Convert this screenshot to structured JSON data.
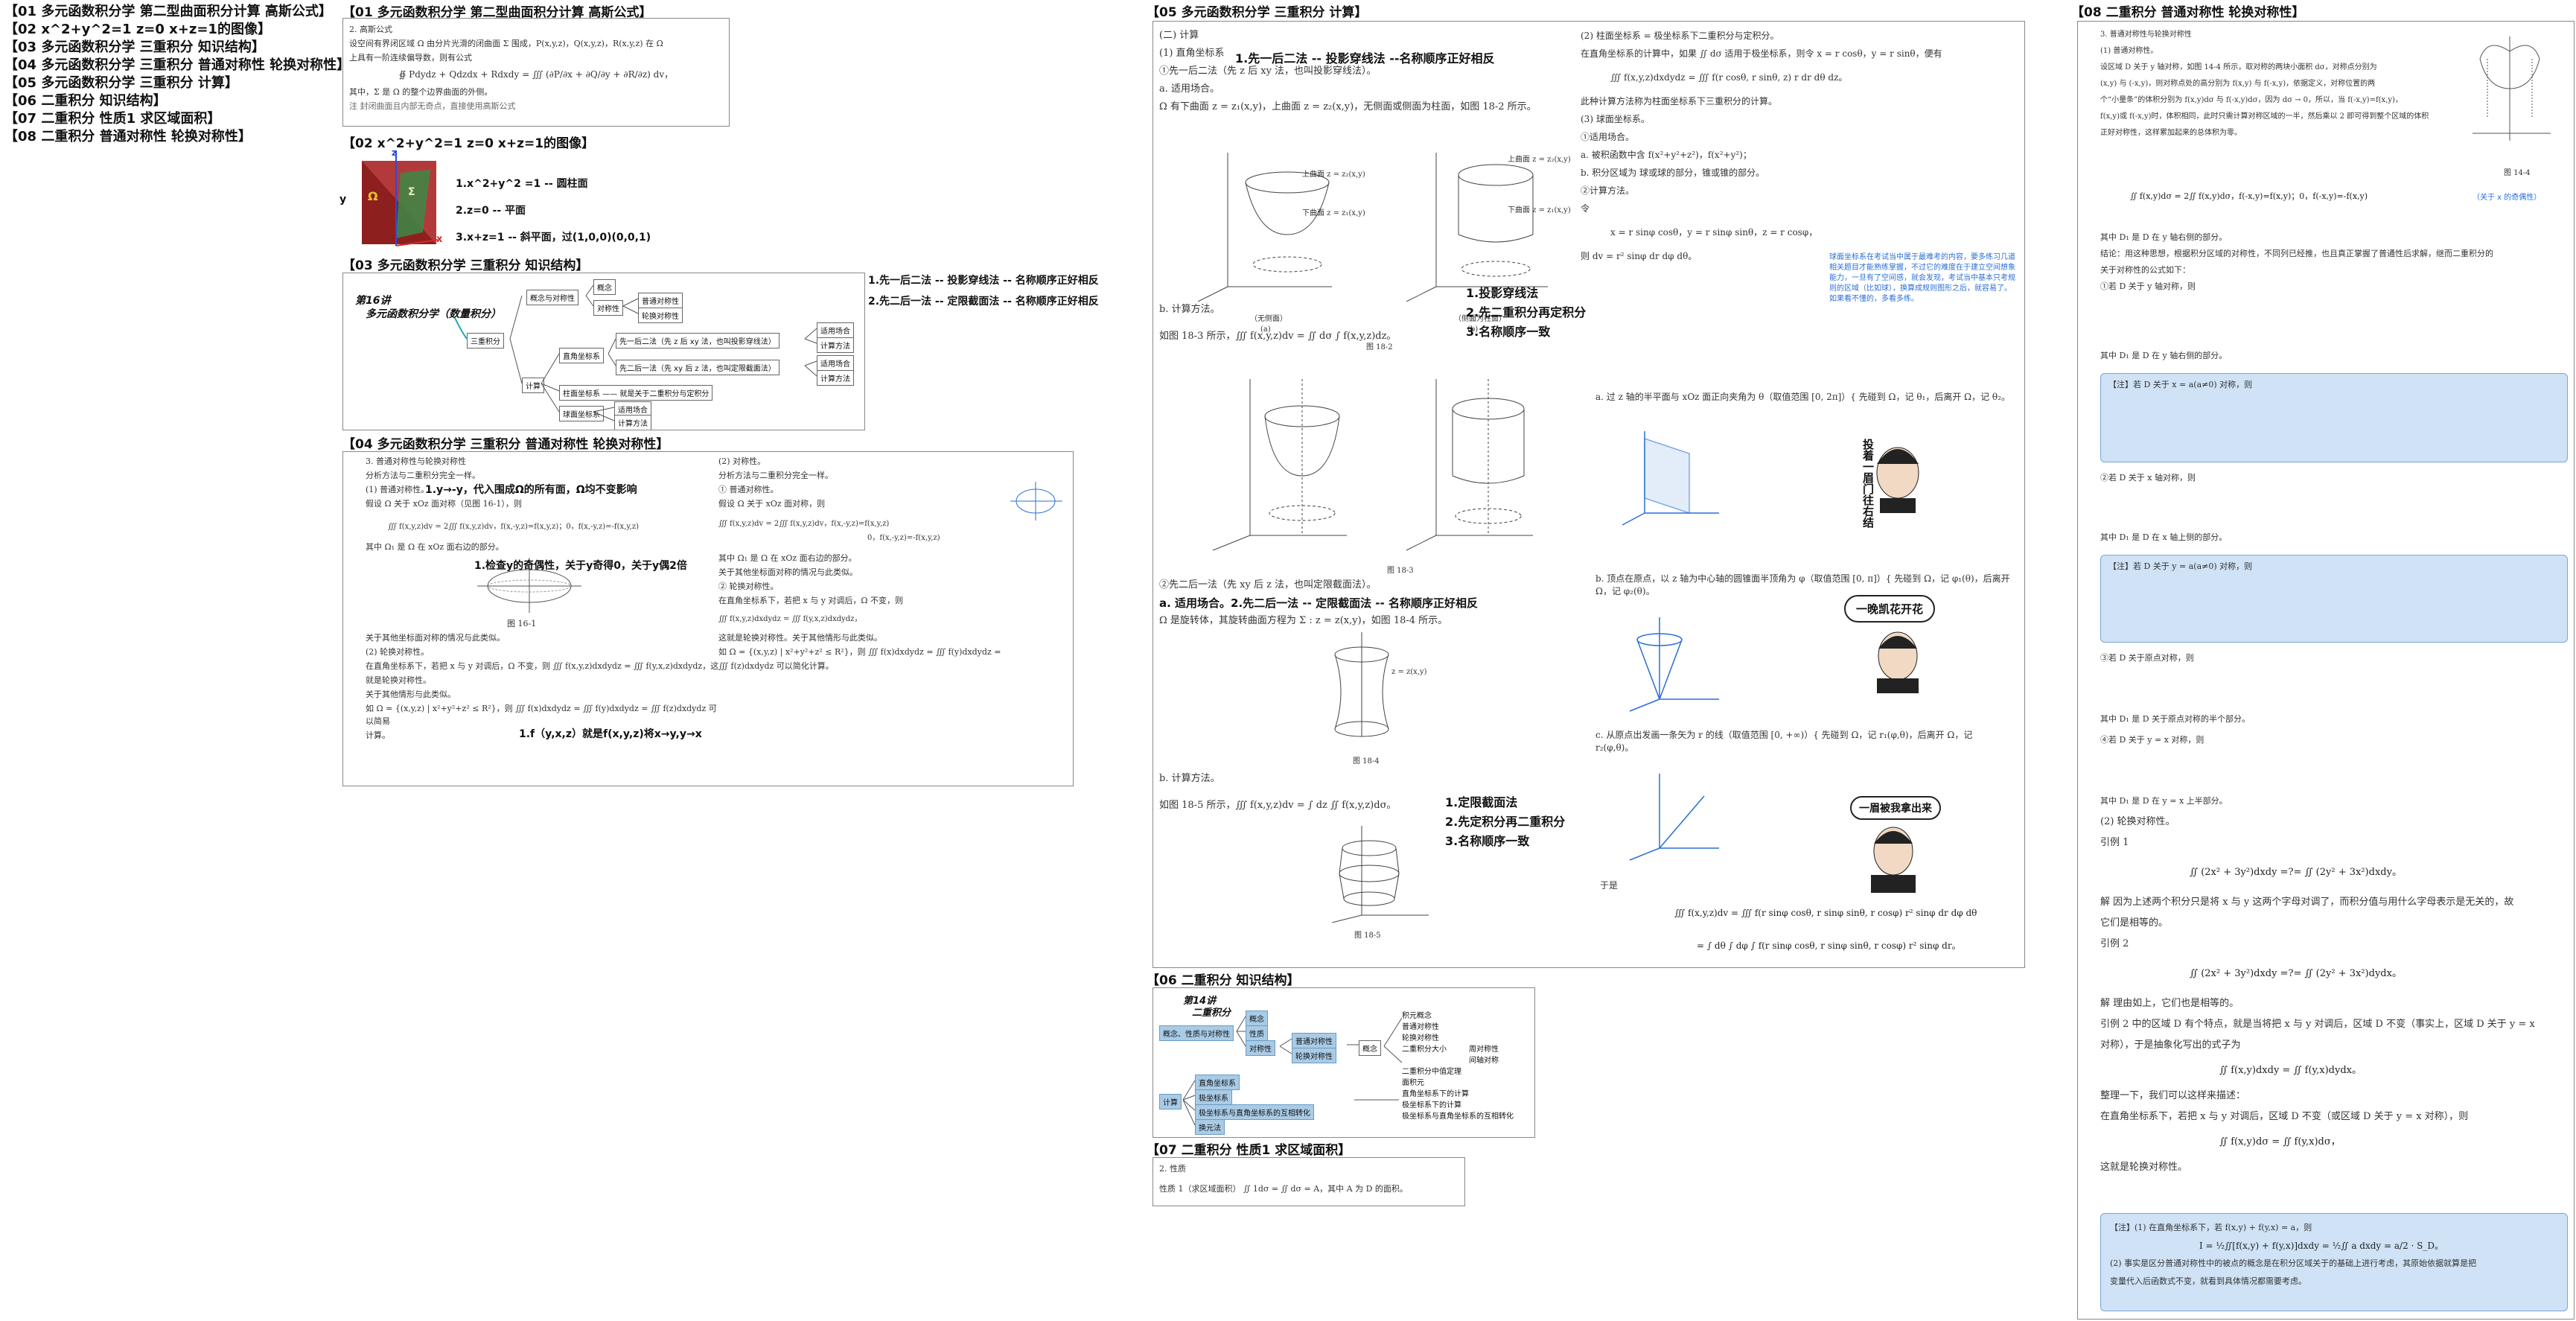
{
  "toc": [
    "【01 多元函数积分学 第二型曲面积分计算 高斯公式】",
    "【02 x^2+y^2=1   z=0    x+z=1的图像】",
    "【03 多元函数积分学 三重积分 知识结构】",
    "【04 多元函数积分学 三重积分 普通对称性 轮换对称性】",
    "【05 多元函数积分学 三重积分 计算】",
    "【06 二重积分 知识结构】",
    "【07 二重积分 性质1 求区域面积】",
    "【08 二重积分 普通对称性 轮换对称性】"
  ],
  "n01": {
    "title": "【01 多元函数积分学 第二型曲面积分计算 高斯公式】",
    "heading": "2. 高斯公式",
    "lines": [
      "设空间有界闭区域 Ω 由分片光滑的闭曲面 Σ 围成，P(x,y,z)，Q(x,y,z)，R(x,y,z) 在 Ω",
      "上具有一阶连续偏导数，则有公式",
      "∯ Pdydz + Qdzdx + Rdxdy = ∭ (∂P/∂x + ∂Q/∂y + ∂R/∂z) dv，",
      "其中，Σ 是 Ω 的整个边界曲面的外侧。",
      "注 封闭曲面且内部无奇点，直接使用高斯公式"
    ]
  },
  "n02": {
    "title": "【02 x^2+y^2=1   z=0    x+z=1的图像】",
    "labels": {
      "z": "z",
      "y": "y",
      "x": "x",
      "omega": "Ω",
      "sigma": "Σ"
    },
    "items": [
      "1.x^2+y^2 =1 -- 圆柱面",
      "2.z=0 -- 平面",
      "3.x+z=1 -- 斜平面，过(1,0,0)(0,0,1)"
    ]
  },
  "n03": {
    "title": "【03 多元函数积分学 三重积分 知识结构】",
    "logo_line1": "第16讲",
    "logo_line2": "多元函数积分学（数量积分）",
    "root": "三重积分",
    "concept": "概念",
    "concept_items": [
      "概念与对称性",
      "普通对称性",
      "轮换对称性"
    ],
    "symmetry": "对称性",
    "calc": "计算",
    "rect": "直角坐标系",
    "rect_items": [
      "先一后二法（先 z 后 xy 法，也叫投影穿线法）",
      "先二后一法（先 xy 后 z 法，也叫定限截面法）"
    ],
    "apps": [
      "适用场合",
      "计算方法",
      "适用场合",
      "计算方法"
    ],
    "cyl": "柱面坐标系 —— 就是关于二重积分与定积分",
    "sph": "球面坐标系",
    "sph_items": [
      "适用场合",
      "计算方法"
    ],
    "ann": [
      "1.先一后二法 -- 投影穿线法 -- 名称顺序正好相反",
      "2.先二后一法 -- 定限截面法 -- 名称顺序正好相反"
    ]
  },
  "n04": {
    "title": "【04 多元函数积分学 三重积分 普通对称性 轮换对称性】",
    "ann1": "1.y→-y，代入围成Ω的所有面，Ω均不变影响",
    "ann2": "1.检查y的奇偶性，关于y奇得0，关于y偶2倍",
    "ann3": "1.f（y,x,z）就是f(x,y,z)将x→y,y→x",
    "left_lines": [
      "3. 普通对称性与轮换对称性",
      "分析方法与二重积分完全一样。",
      "(1) 普通对称性。",
      "假设 Ω 关于 xOz 面对称（见图 16-1），则",
      "∭ f(x,y,z)dv = 2∭ f(x,y,z)dv，f(x,-y,z)=f(x,y,z)；0，f(x,-y,z)=-f(x,y,z)",
      "其中 Ω₁ 是 Ω 在 xOz 面右边的部分。",
      "图 16-1",
      "关于其他坐标面对称的情况与此类似。",
      "(2) 轮换对称性。",
      "在直角坐标系下，若把 x 与 y 对调后，Ω 不变，则 ∭ f(x,y,z)dxdydz = ∭ f(y,x,z)dxdydz，这",
      "就是轮换对称性。",
      "关于其他情形与此类似。",
      "如 Ω = {(x,y,z) | x²+y²+z² ≤ R²}，则 ∭ f(x)dxdydz = ∭ f(y)dxdydz = ∭ f(z)dxdydz 可以简易",
      "计算。"
    ],
    "right_lines": [
      "(2) 对称性。",
      "分析方法与二重积分完全一样。",
      "① 普通对称性。",
      "假设 Ω 关于 xOz 面对称，则",
      "∭ f(x,y,z)dv = 2∭ f(x,y,z)dv，f(x,-y,z)=f(x,y,z)",
      "0，f(x,-y,z)=-f(x,y,z)",
      "其中 Ω₁ 是 Ω 在 xOz 面右边的部分。",
      "关于其他坐标面对称的情况与此类似。",
      "② 轮换对称性。",
      "在直角坐标系下，若把 x 与 y 对调后，Ω 不变，则",
      "∭ f(x,y,z)dxdydz = ∭ f(y,x,z)dxdydz，",
      "这就是轮换对称性。关于其他情形与此类似。",
      "如 Ω = {(x,y,z) | x²+y²+z² ≤ R²}，则 ∭ f(x)dxdydz = ∭ f(y)dxdydz =",
      "∭ f(z)dxdydz 可以简化计算。"
    ]
  },
  "n05": {
    "title": "【05 多元函数积分学 三重积分 计算】",
    "left": {
      "head": "(二) 计算",
      "rect": "(1) 直角坐标系",
      "ann_a": "1.先一后二法 -- 投影穿线法 --名称顺序正好相反",
      "l1": "①先一后二法（先 z 后 xy 法，也叫投影穿线法）。",
      "l2": "a. 适用场合。",
      "l3": "Ω 有下曲面 z = z₁(x,y)，上曲面 z = z₂(x,y)，无侧面或侧面为柱面，如图 18-2 所示。",
      "fig2a_top": "上曲面 z = z₂(x,y)",
      "fig2a_bot": "下曲面 z = z₁(x,y)",
      "fig2b_top": "上曲面 z = z₂(x,y)",
      "fig2b_bot": "下曲面 z = z₁(x,y)",
      "cap2a": "（无侧面）",
      "cap2b": "（侧面为柱面）",
      "sub_a": "(a)",
      "sub_b": "(b)",
      "cap2": "图 18-2",
      "ann_b1": "1.投影穿线法",
      "ann_b2": "2.先二重积分再定积分",
      "ann_b3": "3.名称顺序一致",
      "l4": "b. 计算方法。",
      "l5": "如图 18-3 所示，∭ f(x,y,z)dv = ∬ dσ ∫ f(x,y,z)dz。",
      "cap3": "图 18-3",
      "l6": "②先二后一法（先 xy 后 z 法，也叫定限截面法）。",
      "ann_c": "a. 适用场合。2.先二后一法 -- 定限截面法 -- 名称顺序正好相反",
      "l7": "Ω 是旋转体，其旋转曲面方程为 Σ : z = z(x,y)，如图 18-4 所示。",
      "fig4": "z = z(x,y)",
      "cap4": "图 18-4",
      "l8": "b. 计算方法。",
      "l9": "如图 18-5 所示，∭ f(x,y,z)dv = ∫ dz ∬ f(x,y,z)dσ。",
      "ann_d1": "1.定限截面法",
      "ann_d2": "2.先定积分再二重积分",
      "ann_d3": "3.名称顺序一致",
      "cap5": "图 18-5"
    },
    "right": {
      "l1": "(2) 柱面坐标系 = 极坐标系下二重积分与定积分。",
      "l2": "在直角坐标系的计算中，如果 ∬ dσ 适用于极坐标系，则令 x = r cosθ，y = r sinθ，便有",
      "l3": "∭ f(x,y,z)dxdydz = ∭ f(r cosθ, r sinθ, z) r dr dθ dz。",
      "l4": "此种计算方法称为柱面坐标系下三重积分的计算。",
      "l5": "(3) 球面坐标系。",
      "l6": "①适用场合。",
      "l7": "a. 被积函数中含 f(x²+y²+z²)，f(x²+y²)；",
      "l8": "b. 积分区域为 球或球的部分，锥或锥的部分。",
      "l9": "②计算方法。",
      "l10": "令",
      "l11": "x = r sinφ cosθ，y = r sinφ sinθ，z = r cosφ，",
      "l12": "则 dv = r² sinφ dr dφ dθ。",
      "blue_note": "球面坐标系在考试当中属于最难考的内容，要多练习几道相关题目才能熟练掌握，不过它的难度在于建立空间想象能力，一旦有了空间感，就会发现，考试当中基本只考规则的区域（比如球），换算成规则图形之后，就容易了。如果看不懂的，多看多练。",
      "l13": "a. 过 z 轴的半平面与 xOz 面正向夹角为 θ（取值范围 [0, 2π]）{ 先碰到 Ω，记 θ₁，后离开 Ω，记 θ₂。",
      "l14": "b. 顶点在原点，以 z 轴为中心轴的圆锥面半顶角为 φ（取值范围 [0, π]）{ 先碰到 Ω，记 φ₁(θ)，后离开 Ω，记 φ₂(θ)。",
      "l15": "c. 从原点出发画一条矢为 r 的线（取值范围 [0, +∞)）{ 先碰到 Ω，记 r₁(φ,θ)，后离开 Ω，记 r₂(φ,θ)。",
      "l16": "于是",
      "l17": "∭ f(x,y,z)dv = ∭ f(r sinφ cosθ, r sinφ sinθ, r cosφ) r² sinφ dr dφ dθ",
      "l18": "= ∫ dθ ∫ dφ ∫ f(r sinφ cosθ, r sinφ sinθ, r cosφ) r² sinφ dr。",
      "sticker1": "投着一眉门往右结",
      "sticker2": "一晚凯花开花",
      "sticker3": "一眉被我拿出来"
    }
  },
  "n06": {
    "title": "【06 二重积分 知识结构】",
    "logo_line1": "第14讲",
    "logo_line2": "二重积分",
    "nodes": [
      "概念、性质与对称性",
      "概念",
      "性质",
      "对称性",
      "普通对称性",
      "轮换对称性",
      "概念",
      "计算",
      "直角坐标系",
      "极坐标系",
      "极坐标系与直角坐标系的互相转化",
      "换元法"
    ],
    "right_items": [
      "积元概念",
      "普通对称性",
      "轮换对称性",
      "二重积分大小",
      "周对称性",
      "间轴对称",
      "二重积分中值定理",
      "面积元",
      "直角坐标系下的计算",
      "极坐标系下的计算",
      "极坐标系与直角坐标系的互相转化"
    ]
  },
  "n07": {
    "title": "【07 二重积分 性质1 求区域面积】",
    "head": "2. 性质",
    "line": "性质 1（求区域面积） ∬ 1dσ = ∬ dσ = A，其中 A 为 D 的面积。"
  },
  "n08": {
    "title": "【08 二重积分 普通对称性 轮换对称性】",
    "lines": [
      "3. 普通对称性与轮换对称性",
      "(1) 普通对称性。",
      "设区域 D 关于 y 轴对称，如图 14-4 所示，取对称的两块小面积 dσ，对称点分别为",
      "(x,y) 与 (-x,y)，则对称点处的高分别为 f(x,y) 与 f(-x,y)，依据定义，对称位置的两",
      "个“小量条”的体积分别为 f(x,y)dσ 与 f(-x,y)dσ，因为 dσ → 0，所以，当 f(-x,y)=f(x,y)，",
      "f(x,y)或 f(-x,y)时，体积相同，此时只需计算对称区域的一半，然后乘以 2 即可得到整个区域的体积",
      "正好对称性，这样累加起来的总体积为零。"
    ],
    "fig_cap": "图 14-4",
    "eq1": "∬ f(x,y)dσ = 2∬ f(x,y)dσ，f(-x,y)=f(x,y)；0，f(-x,y)=-f(x,y)",
    "eq1_note": "（关于 x 的奇偶性）",
    "l1": "其中 D₁ 是 D 在 y 轴右侧的部分。",
    "l2": "结论：用这种思想，根据积分区域的对称性，不同列已经推，也且真正掌握了普通性后求解，继而二重积分的",
    "l3": "关于对称性的公式如下：",
    "l4": "①若 D 关于 y 轴对称，则",
    "l5": "其中 D₁ 是 D 在 y 轴右侧的部分。",
    "l6": "【注】若 D 关于 x = a(a≠0) 对称，则",
    "l7": "②若 D 关于 x 轴对称，则",
    "l8": "其中 D₁ 是 D 在 x 轴上侧的部分。",
    "l9": "【注】若 D 关于 y = a(a≠0) 对称，则",
    "l10": "③若 D 关于原点对称，则",
    "l11": "其中 D₁ 是 D 关于原点对称的半个部分。",
    "l12": "④若 D 关于 y = x 对称，则",
    "l13": "其中 D₁ 是 D 在 y = x 上半部分。",
    "l14": "(2) 轮换对称性。",
    "l15": "引例 1",
    "eq2": "∬ (2x² + 3y²)dxdy  =?=  ∬ (2y² + 3x²)dxdy。",
    "l16": "解  因为上述两个积分只是将 x 与 y 这两个字母对调了，而积分值与用什么字母表示是无关的，故",
    "l17": "它们是相等的。",
    "l18": "引例 2",
    "eq3": "∬ (2x² + 3y²)dxdy  =?=  ∬ (2y² + 3x²)dydx。",
    "l19": "解  理由如上，它们也是相等的。",
    "l20": "引例 2 中的区域 D 有个特点，就是当将把 x 与 y 对调后，区域 D 不变（事实上，区域 D 关于 y = x",
    "l21": "对称），于是抽象化写出的式子为",
    "eq4": "∬ f(x,y)dxdy = ∬ f(y,x)dydx。",
    "l22": "整理一下，我们可以这样来描述：",
    "l23": "在直角坐标系下，若把 x 与 y 对调后，区域 D 不变（或区域 D 关于 y = x 对称），则",
    "eq5": "∬ f(x,y)dσ = ∬ f(y,x)dσ，",
    "l24": "这就是轮换对称性。",
    "box1": "【注】(1) 在直角坐标系下，若 f(x,y) + f(y,x) = a，则",
    "box2": "I = ½∬[f(x,y) + f(y,x)]dxdy = ½∬ a dxdy = a/2 · S_D。",
    "box3": "(2) 事实是区分普通对称性中的被点的概念是在积分区域关于的基础上进行考虑，其原始依据就算是把",
    "box4": "变量代入后函数式不变，就看到具体情况都需要考虑。"
  },
  "colors": {
    "accent_blue": "#2a6fd6",
    "highlight": "#cfe2f6",
    "cube_red": "#b71c1c",
    "sigma_green": "#2e8b3a",
    "omega_yellow": "#e6c229"
  }
}
